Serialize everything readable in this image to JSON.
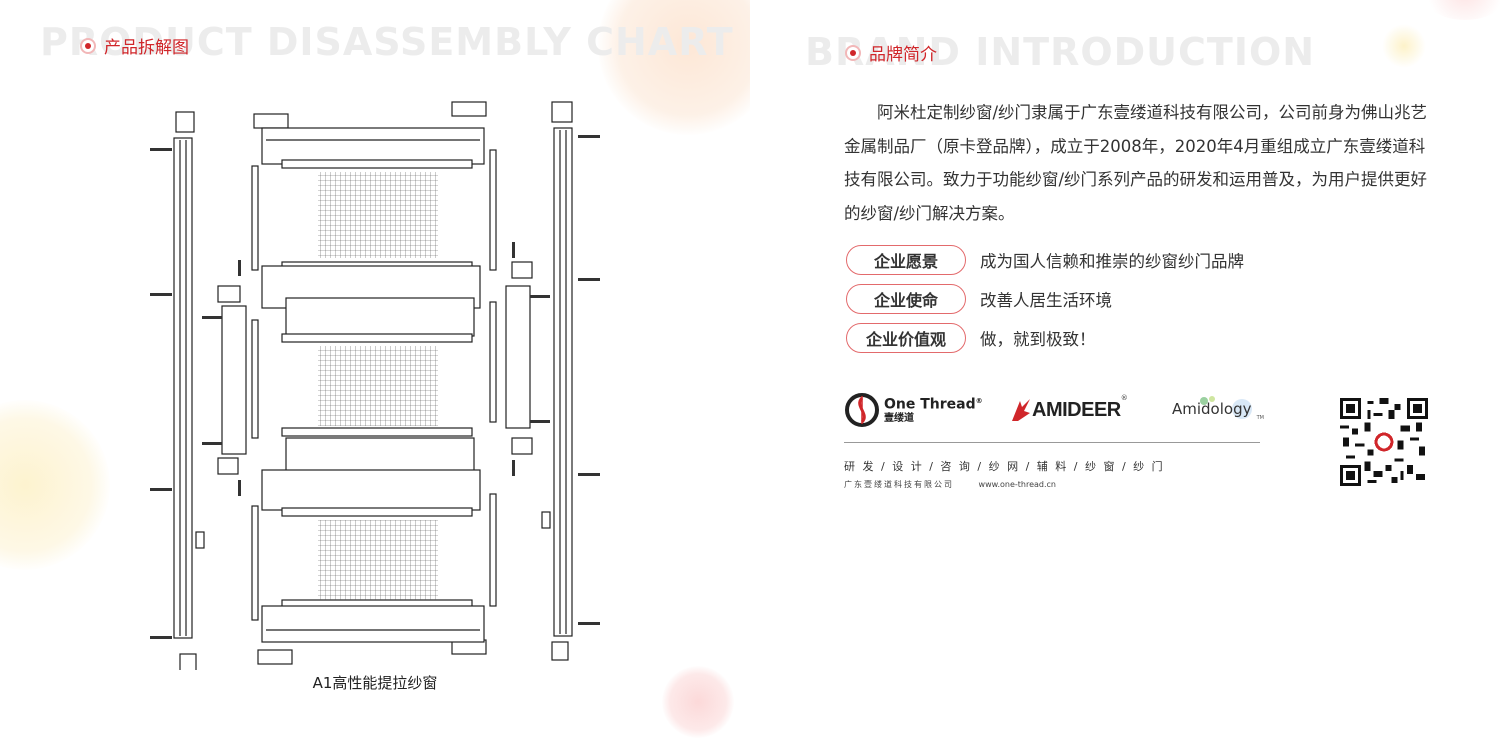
{
  "left": {
    "bg_title": "PRODUCT DISASSEMBLY CHART",
    "section_title": "产品拆解图",
    "caption": "A1高性能提拉纱窗"
  },
  "right": {
    "bg_title": "BRAND INTRODUCTION",
    "section_title": "品牌简介",
    "intro": "阿米杜定制纱窗/纱门隶属于广东壹缕道科技有限公司，公司前身为佛山兆艺金属制品厂（原卡登品牌），成立于2008年，2020年4月重组成立广东壹缕道科技有限公司。致力于功能纱窗/纱门系列产品的研发和运用普及，为用户提供更好的纱窗/纱门解决方案。",
    "values": [
      {
        "label": "企业愿景",
        "text": "成为国人信赖和推崇的纱窗纱门品牌"
      },
      {
        "label": "企业使命",
        "text": "改善人居生活环境"
      },
      {
        "label": "企业价值观",
        "text": "做，就到极致！"
      }
    ],
    "brands": {
      "one_thread_en": "One Thread",
      "one_thread_cn": "壹缕道",
      "amideer": "AMIDEER",
      "amidology": "Amidology",
      "registered": "®",
      "tm": "TM"
    },
    "services": "研 发  /  设 计  /  咨 询  /  纱 网  /  辅 料  /  纱 窗  /  纱 门",
    "company": "广东壹缕道科技有限公司",
    "website": "www.one-thread.cn"
  },
  "colors": {
    "accent": "#d0262a",
    "pill_border": "#e36a6c"
  }
}
